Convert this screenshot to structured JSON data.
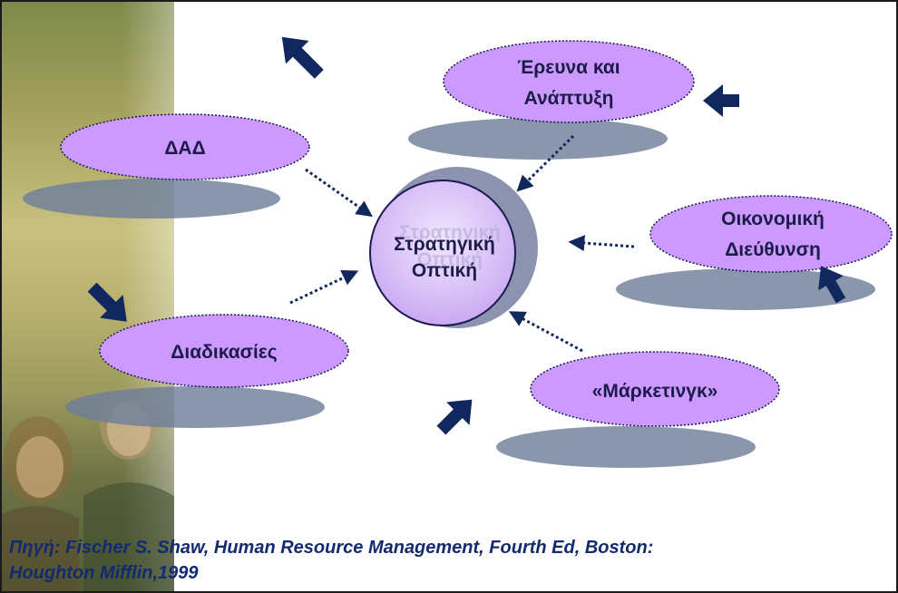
{
  "diagram": {
    "center": {
      "line1": "Στρατηγική",
      "line2": "Οπτική"
    },
    "nodes": {
      "ddd": "ΔΑΔ",
      "research": {
        "line1": "Έρευνα και",
        "line2": "Ανάπτυξη"
      },
      "finance": {
        "line1": "Οικονομική",
        "line2": "Διεύθυνση"
      },
      "processes": "Διαδικασίες",
      "marketing": "«Μάρκετινγκ»"
    }
  },
  "source": {
    "line1": "Πηγή: Fischer S. Shaw, Human Resource Management, Fourth Ed, Boston:",
    "line2": "Houghton Mifflin,1999"
  },
  "colors": {
    "node_fill": "#cc99ff",
    "shadow": "#6f7f9a",
    "arrow": "#11285e",
    "dotted": "#13285a"
  }
}
